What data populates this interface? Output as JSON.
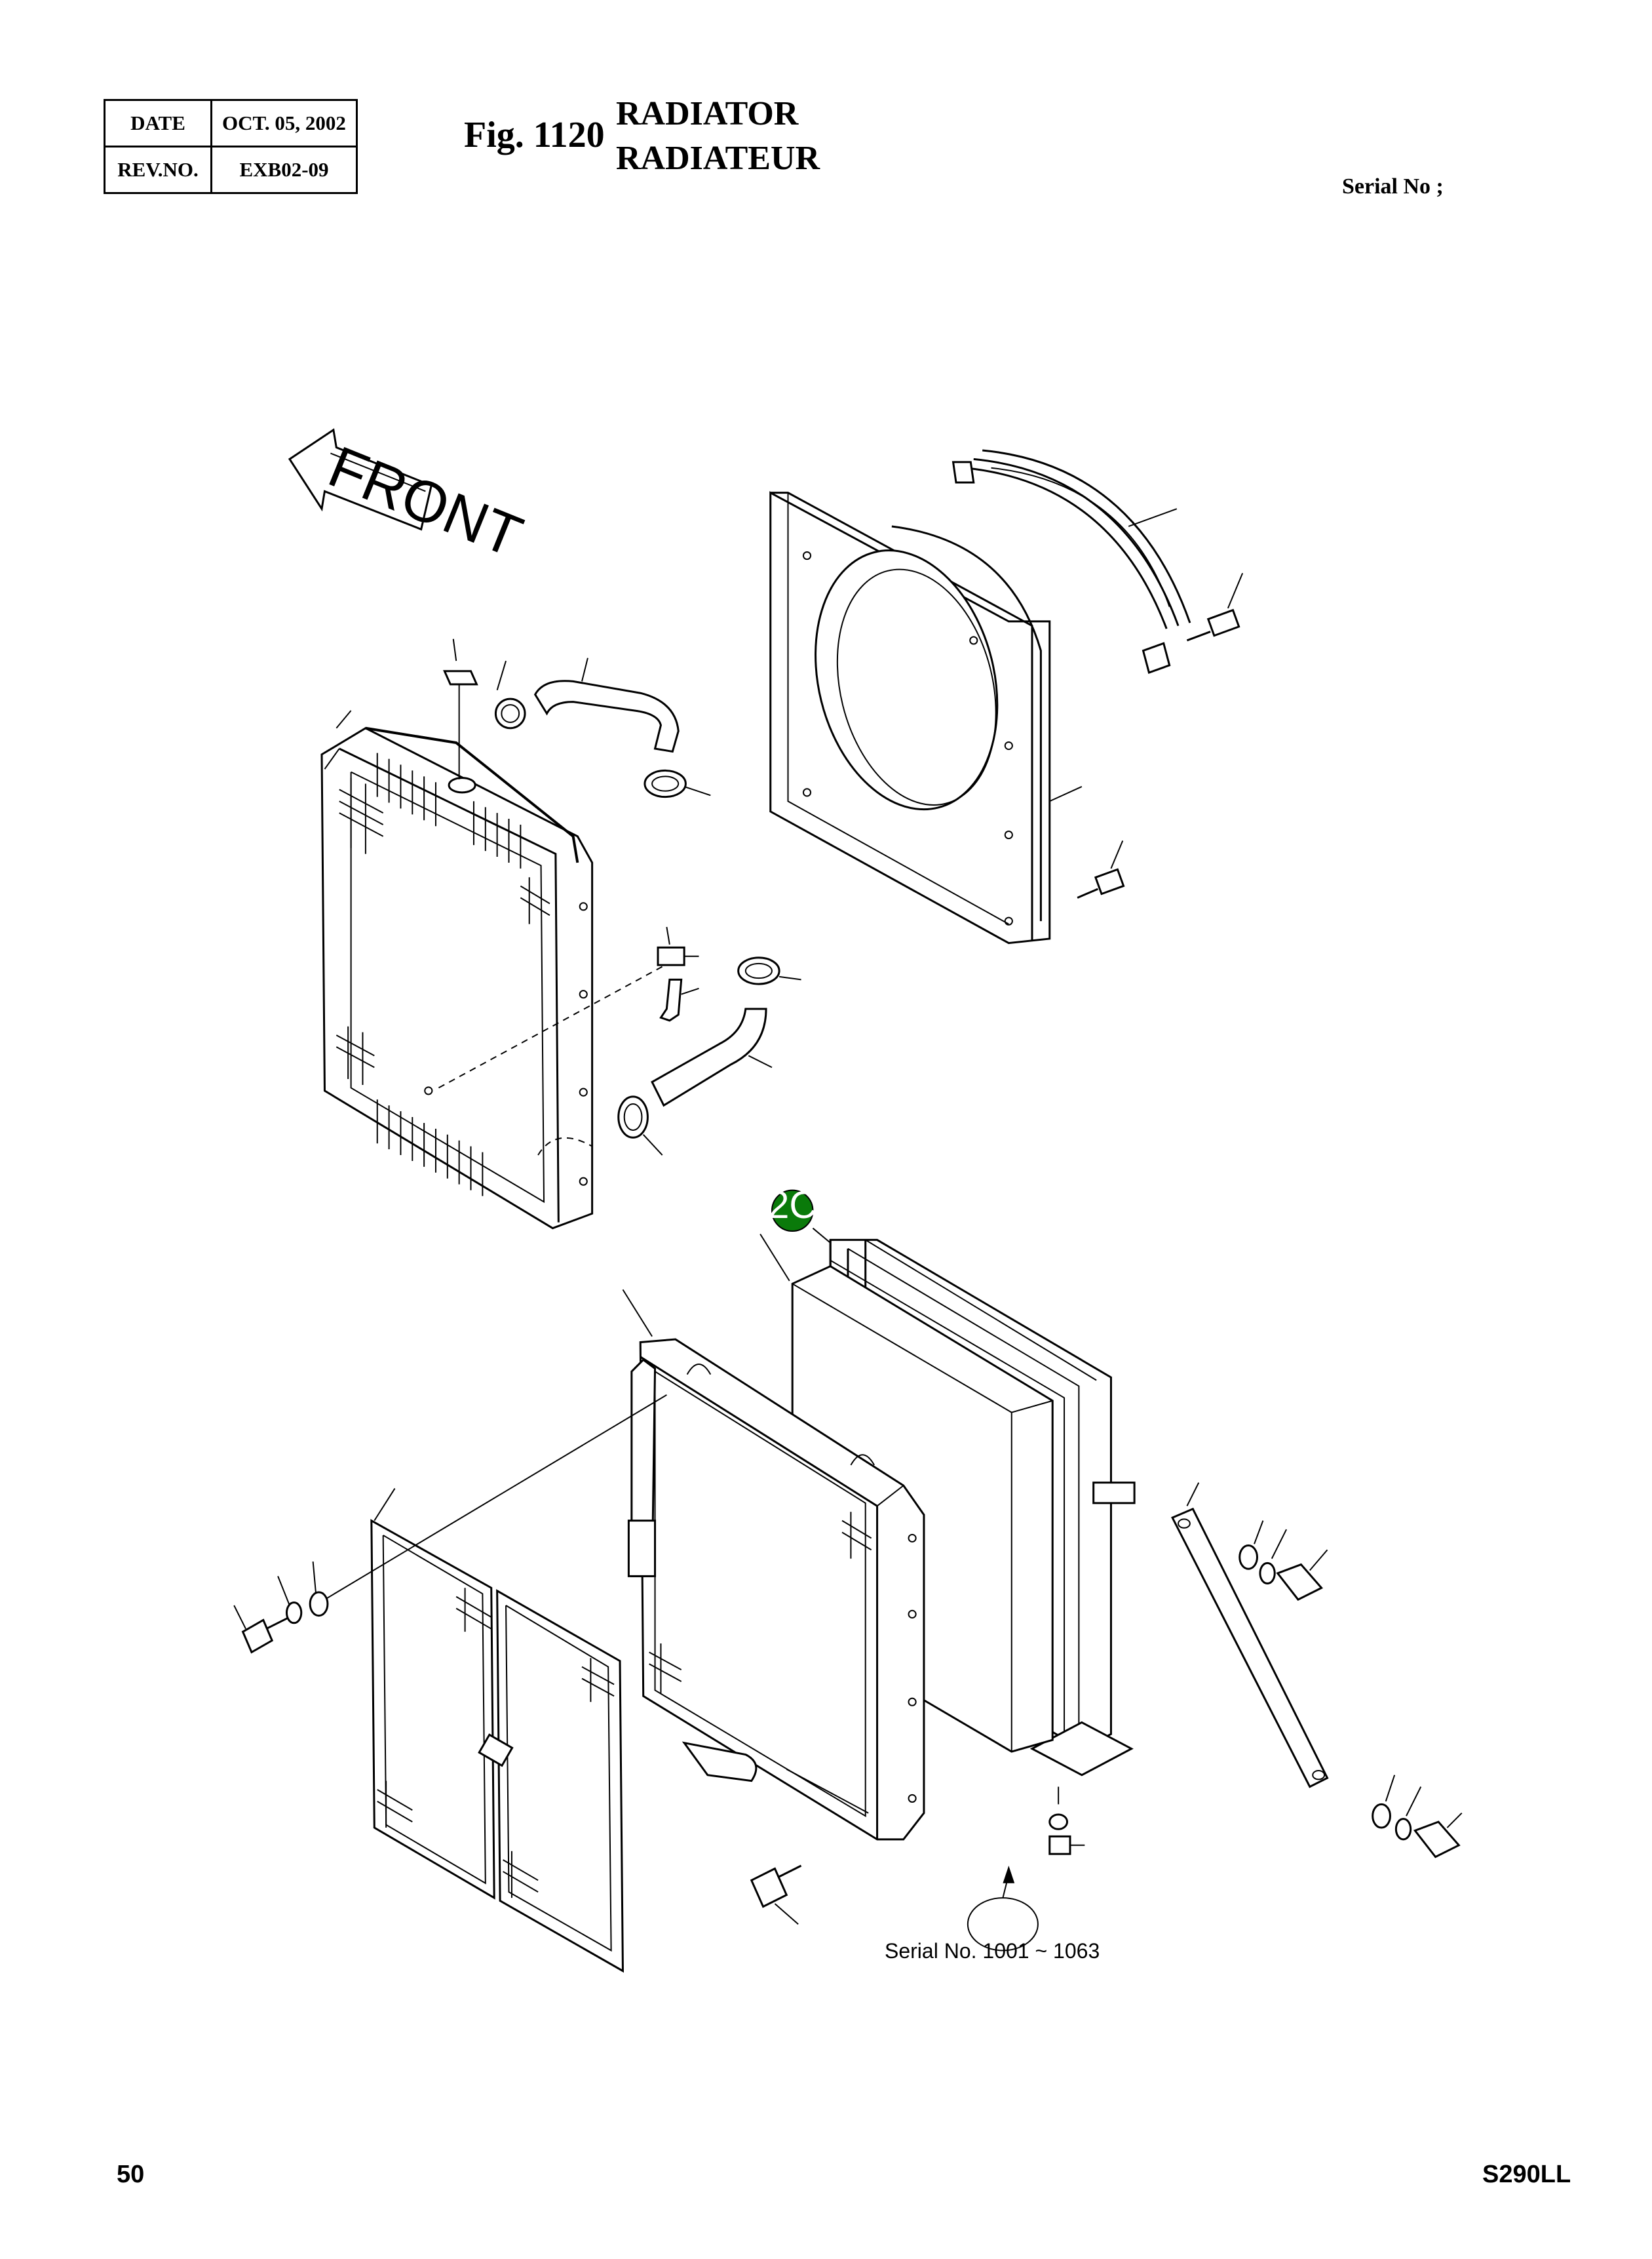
{
  "header": {
    "date_label": "DATE",
    "date_value": "OCT. 05, 2002",
    "rev_label": "REV.NO.",
    "rev_value": "EXB02-09",
    "fig_number": "Fig. 1120",
    "title_en": "RADIATOR",
    "title_fr": "RADIATEUR",
    "serial_label": "Serial No ;"
  },
  "diagram": {
    "front_label": "FRONT",
    "callout_badge": "2C",
    "badge_color": "#0a7a0a",
    "serial_range": "Serial No. 1001 ~ 1063"
  },
  "footer": {
    "page_number": "50",
    "model": "S290LL"
  }
}
